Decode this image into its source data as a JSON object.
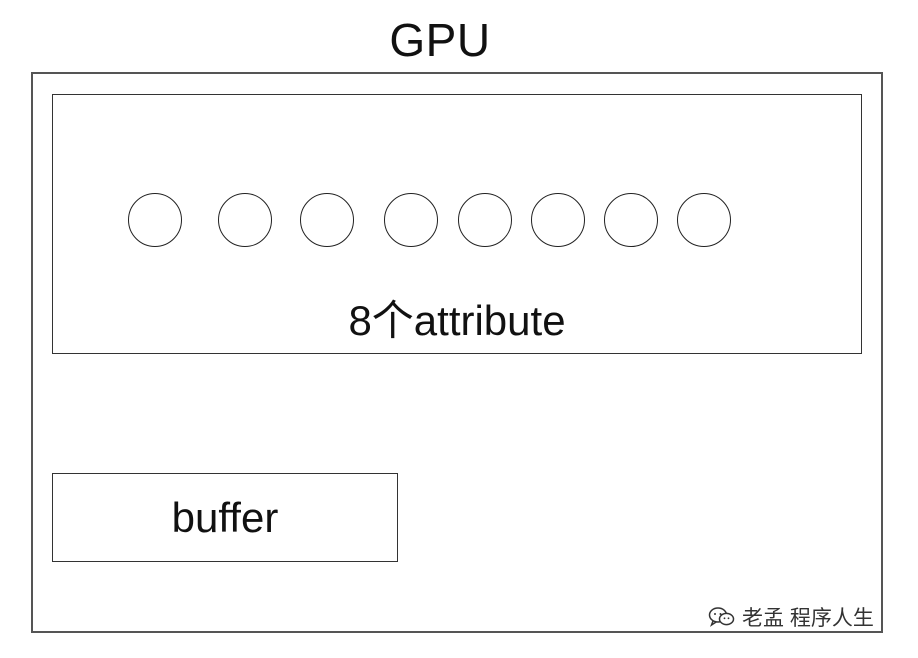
{
  "diagram": {
    "title": "GPU",
    "attribute_label": "8个attribute",
    "attribute_count": 8,
    "buffer_label": "buffer"
  },
  "watermark": {
    "text": "老孟 程序人生",
    "icon": "wechat-icon"
  }
}
